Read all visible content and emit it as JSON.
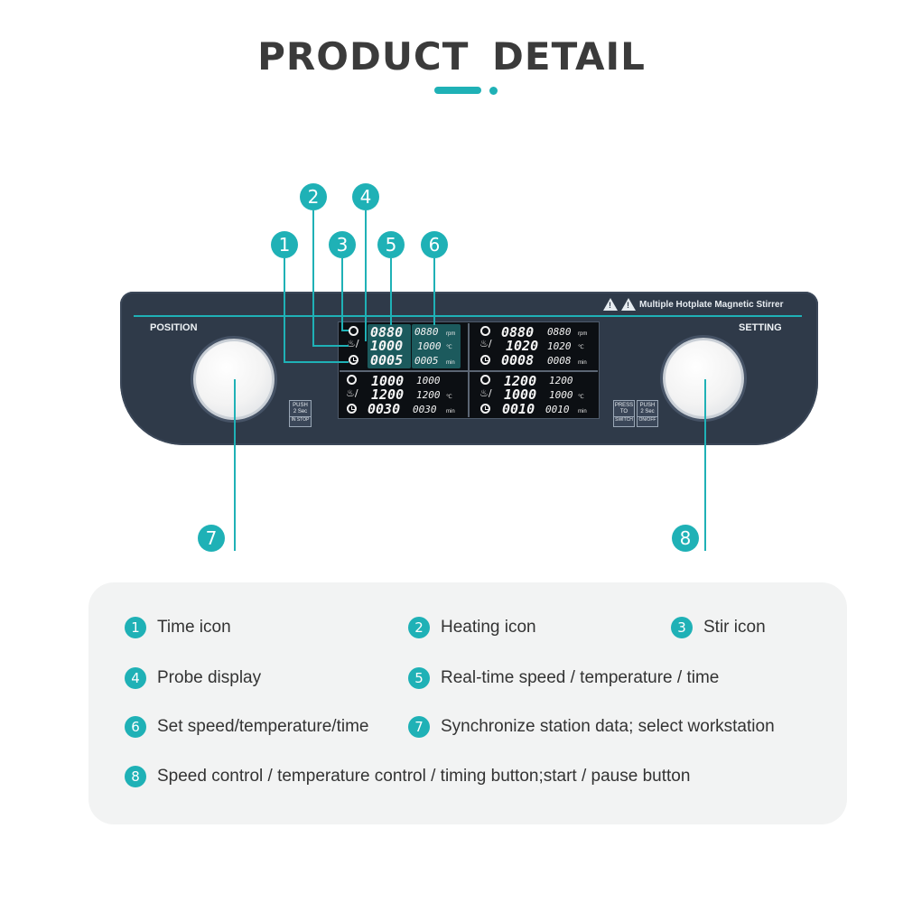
{
  "header": {
    "title": "PRODUCT DETAIL"
  },
  "device": {
    "brand_text": "Multiple Hotplate Magnetic Stirrer",
    "position_label": "POSITION",
    "setting_label": "SETTING",
    "push_left": {
      "line1": "PUSH",
      "line2": "2 Sec",
      "line3": "IN STOP"
    },
    "press_switch": {
      "line1": "PRESS",
      "line2": "TO",
      "line3": "SWITCH"
    },
    "push_right": {
      "line1": "PUSH",
      "line2": "2 Sec",
      "line3": "ON/OFF"
    },
    "units": {
      "speed": "rpm",
      "temp": "℃",
      "time": "min"
    },
    "stations": [
      {
        "speed": "0880",
        "speed_set": "0880",
        "temp": "1000",
        "temp_set": "1000",
        "time": "0005",
        "time_set": "0005"
      },
      {
        "speed": "0880",
        "speed_set": "0880",
        "temp": "1020",
        "temp_set": "1020",
        "time": "0008",
        "time_set": "0008"
      },
      {
        "speed": "1000",
        "speed_set": "1000",
        "temp": "1200",
        "temp_set": "1200",
        "time": "0030",
        "time_set": "0030"
      },
      {
        "speed": "1200",
        "speed_set": "1200",
        "temp": "1000",
        "temp_set": "1000",
        "time": "0010",
        "time_set": "0010"
      }
    ]
  },
  "callouts": [
    "1",
    "2",
    "3",
    "4",
    "5",
    "6",
    "7",
    "8"
  ],
  "legend": [
    {
      "num": "1",
      "text": "Time icon"
    },
    {
      "num": "2",
      "text": "Heating icon"
    },
    {
      "num": "3",
      "text": "Stir icon"
    },
    {
      "num": "4",
      "text": "Probe display"
    },
    {
      "num": "5",
      "text": "Real-time speed / temperature / time"
    },
    {
      "num": "6",
      "text": "Set speed/temperature/time"
    },
    {
      "num": "7",
      "text": "Synchronize station data; select workstation"
    },
    {
      "num": "8",
      "text": "Speed control / temperature control / timing button;start / pause button"
    }
  ],
  "colors": {
    "accent": "#1fb1b6",
    "panel": "#2f3a49",
    "lcd": "#0c0f13",
    "legend_bg": "#f2f3f3"
  }
}
